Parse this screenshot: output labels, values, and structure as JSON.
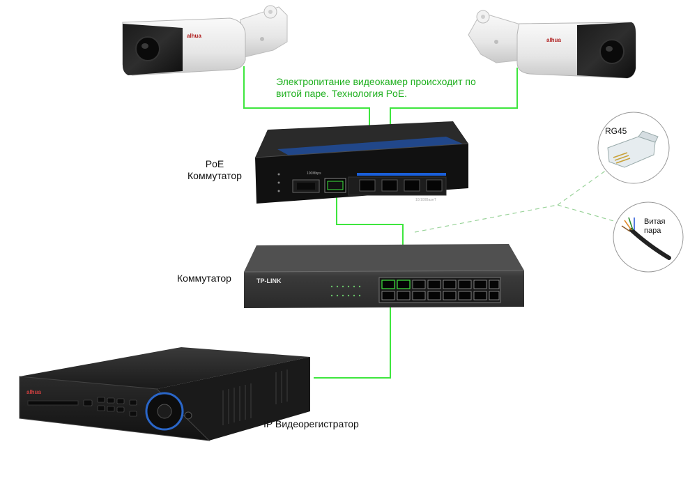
{
  "labels": {
    "poe_note": "Электропитание видеокамер происходит по витой паре. Технология PoE.",
    "poe_switch": "PoE Коммутатор",
    "switch": "Коммутатор",
    "nvr": "IP Видеорегистратор",
    "rj45": "RG45",
    "twisted_pair": "Витая пара"
  },
  "device_text": {
    "camera_brand": "alhua",
    "switch_brand": "TP-LINK",
    "nvr_brand": "alhua",
    "poe_switch_speed": "100Mbps",
    "poe_switch_model": "10/100BaseT"
  },
  "colors": {
    "cable": "#3ee63e",
    "note_text": "#20b020",
    "dashed_leader": "#9ad39a",
    "device_dark": "#1c1c1c",
    "poe_switch_blue": "#1a5fd8"
  }
}
